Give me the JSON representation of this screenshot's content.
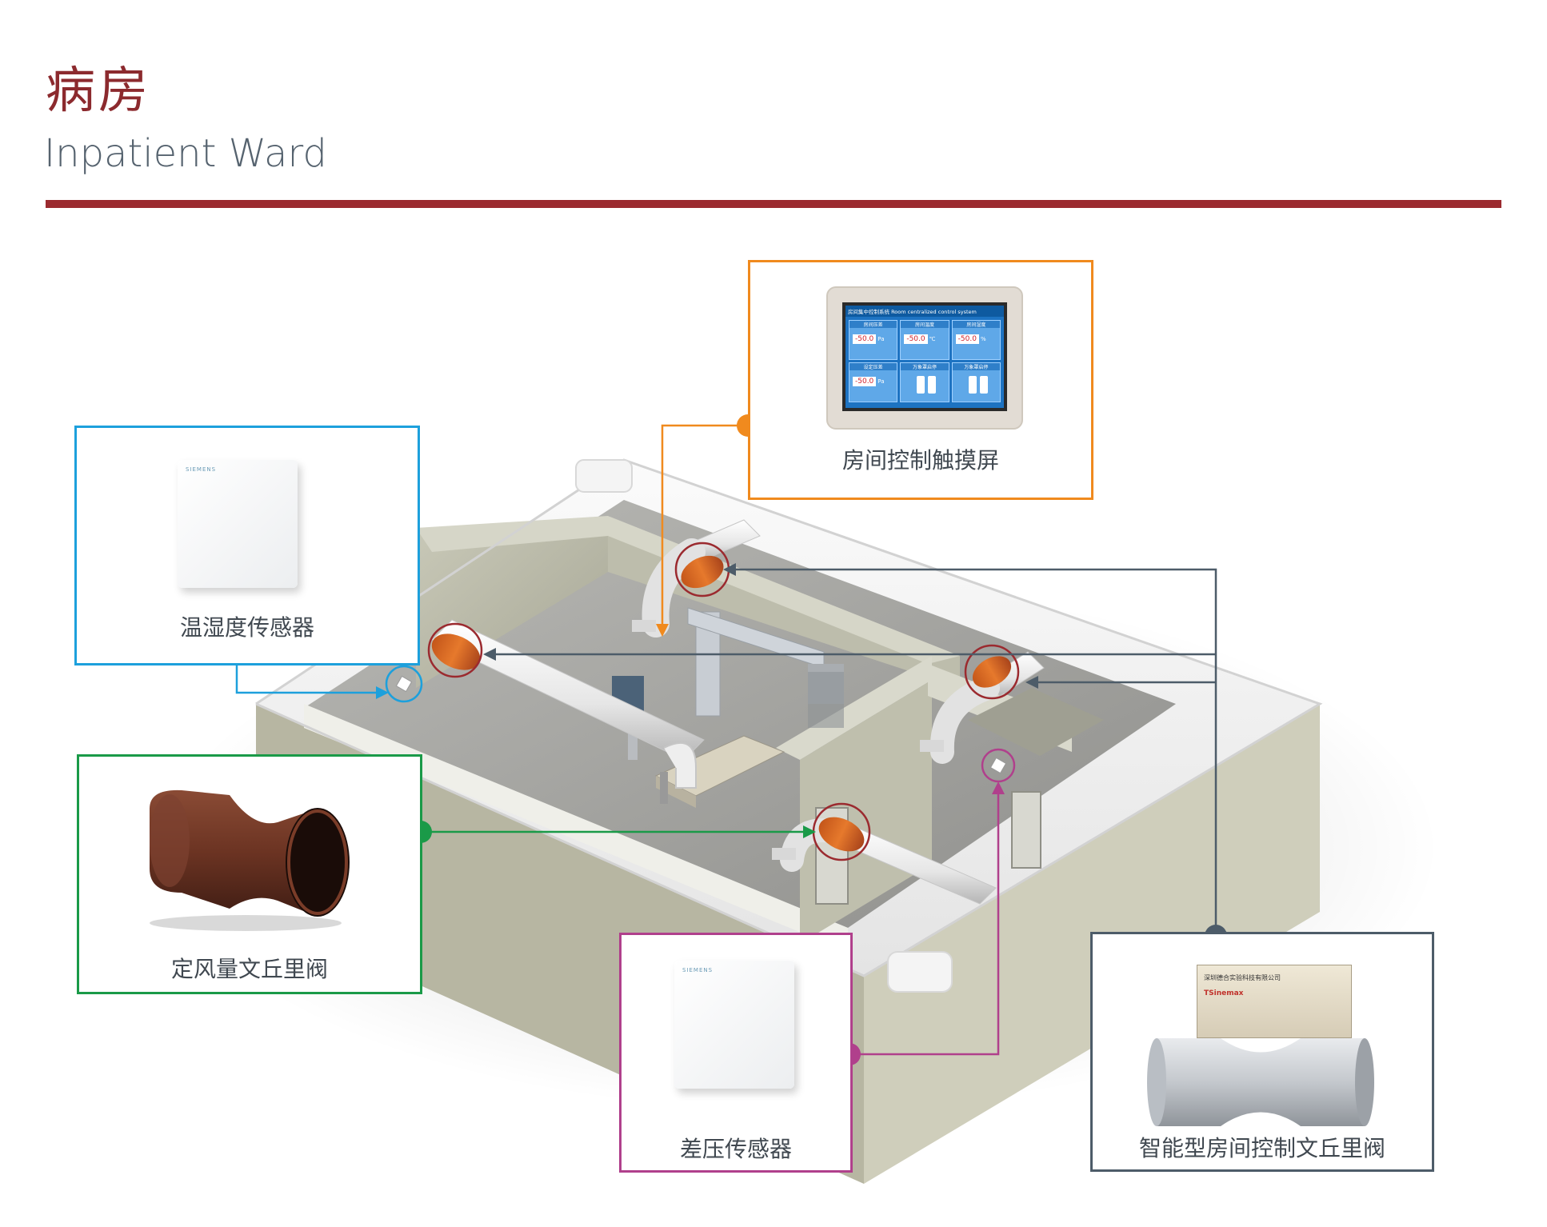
{
  "header": {
    "title_cn": "病房",
    "title_en": "Inpatient Ward"
  },
  "colors": {
    "accent_red": "#9b2a2f",
    "orange": "#f08a1e",
    "blue": "#1da0dc",
    "green": "#1a9a48",
    "magenta": "#b0408c",
    "slate": "#4d5c69"
  },
  "callouts": {
    "touchscreen": {
      "label": "房间控制触摸屏"
    },
    "temp_humidity_sensor": {
      "label": "温湿度传感器",
      "brand": "SIEMENS"
    },
    "cav_venturi_valve": {
      "label": "定风量文丘里阀"
    },
    "diff_pressure_sensor": {
      "label": "差压传感器",
      "brand": "SIEMENS"
    },
    "smart_venturi_valve": {
      "label": "智能型房间控制文丘里阀",
      "plate_company": "深圳德合实验科技有限公司",
      "plate_brand": "TSinemax"
    }
  },
  "touchscreen_ui": {
    "header": "房间集中控制系统 Room centralized control system",
    "tiles": [
      {
        "label": "房间压差",
        "value": "-50.0",
        "unit": "Pa"
      },
      {
        "label": "房间温度",
        "value": "-50.0",
        "unit": "℃"
      },
      {
        "label": "房间湿度",
        "value": "-50.0",
        "unit": "%"
      },
      {
        "label": "设定压差",
        "value": "-50.0",
        "unit": "Pa"
      },
      {
        "label": "万象罩启停",
        "value": "",
        "unit": ""
      },
      {
        "label": "万象罩启停",
        "value": "",
        "unit": ""
      }
    ]
  }
}
